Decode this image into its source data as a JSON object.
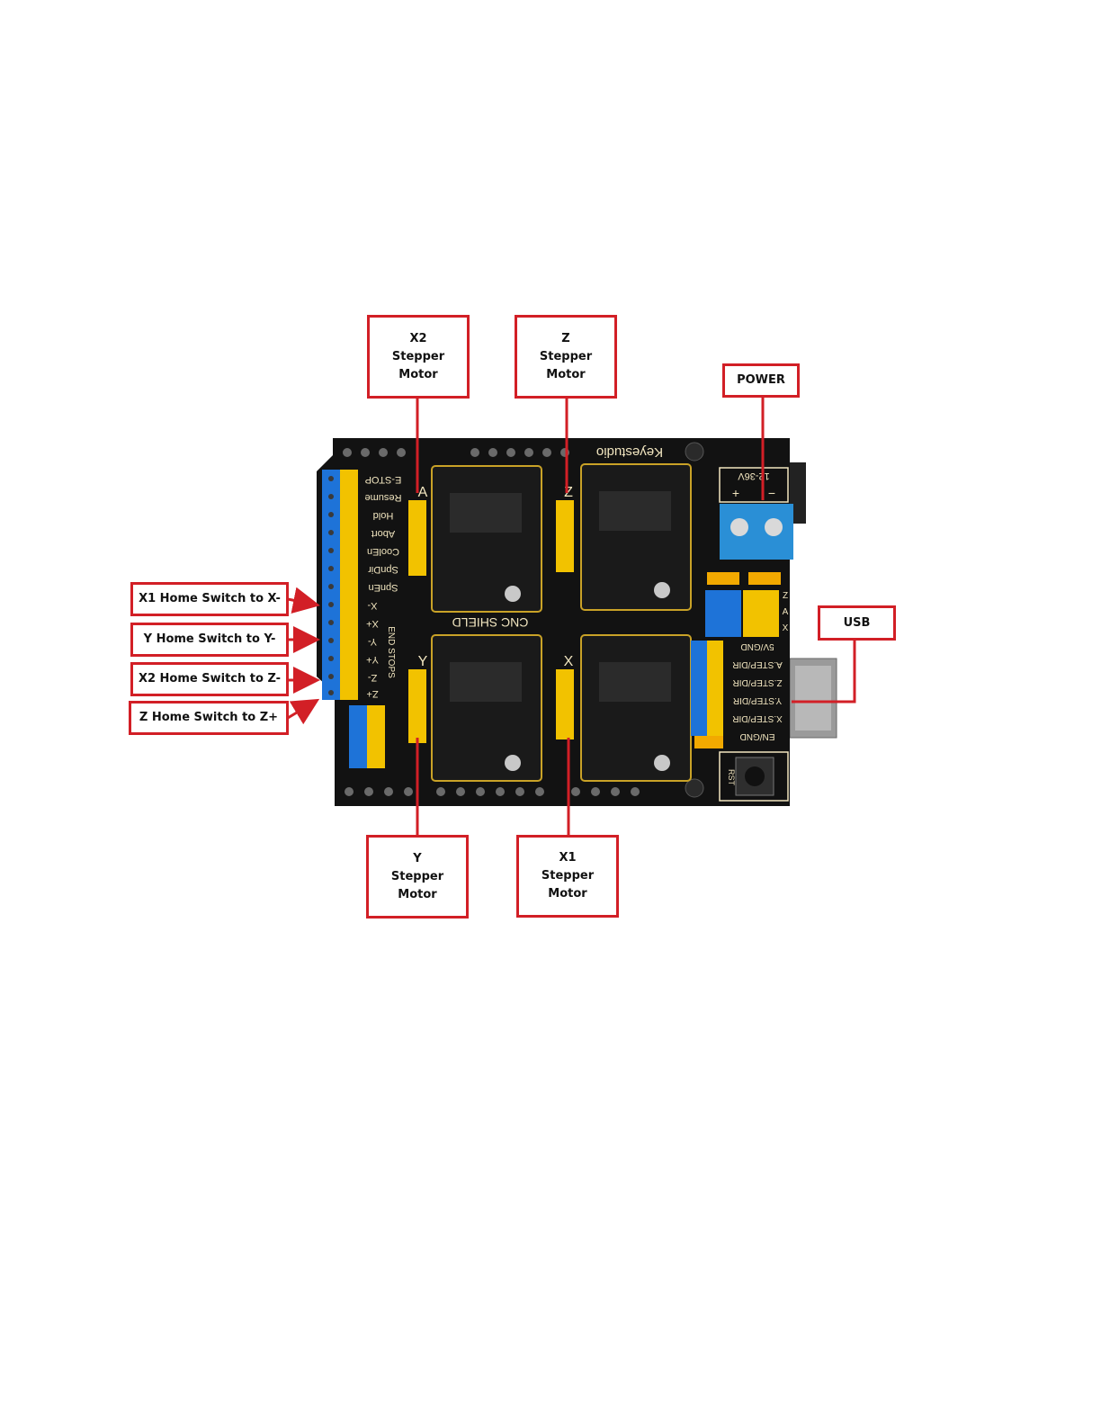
{
  "colors": {
    "callout_border": "#d21f26",
    "pcb": "#111111",
    "header_blue": "#1e73d8",
    "header_yellow": "#f2c200",
    "terminal_blue": "#2a8fd6",
    "silkscreen": "#f2e6c0"
  },
  "callouts": {
    "x2_stepper": {
      "line1": "X2",
      "line2": "Stepper",
      "line3": "Motor"
    },
    "z_stepper": {
      "line1": "Z",
      "line2": "Stepper",
      "line3": "Motor"
    },
    "power": "POWER",
    "usb": "USB",
    "x1_home": "X1 Home Switch to X-",
    "y_home": "Y Home Switch to Y-",
    "x2_home": "X2 Home Switch to Z-",
    "z_home": "Z Home Switch to Z+",
    "y_stepper": {
      "line1": "Y",
      "line2": "Stepper",
      "line3": "Motor"
    },
    "x1_stepper": {
      "line1": "X1",
      "line2": "Stepper",
      "line3": "Motor"
    }
  },
  "board": {
    "brand": "Keyestudio",
    "title": "CNC SHIELD",
    "voltage": "12-36V",
    "plus": "+",
    "minus": "−",
    "driver_slots": [
      "A",
      "Z",
      "Y",
      "X"
    ],
    "control_pins": [
      "E-STOP",
      "Resume",
      "Hold",
      "Abort",
      "CoolEn",
      "SpnDir",
      "SpnEn"
    ],
    "end_stops": [
      "X-",
      "X+",
      "Y-",
      "Y+",
      "Z-",
      "Z+"
    ],
    "end_stops_title": "END STOPS",
    "step_dir": [
      "5V/GND",
      "A.STEP/DIR",
      "Z.STEP/DIR",
      "Y.STEP/DIR",
      "X.STEP/DIR",
      "EN/GND"
    ],
    "axis_jumpers": [
      "Z",
      "A",
      "X"
    ],
    "reset": "RST"
  }
}
